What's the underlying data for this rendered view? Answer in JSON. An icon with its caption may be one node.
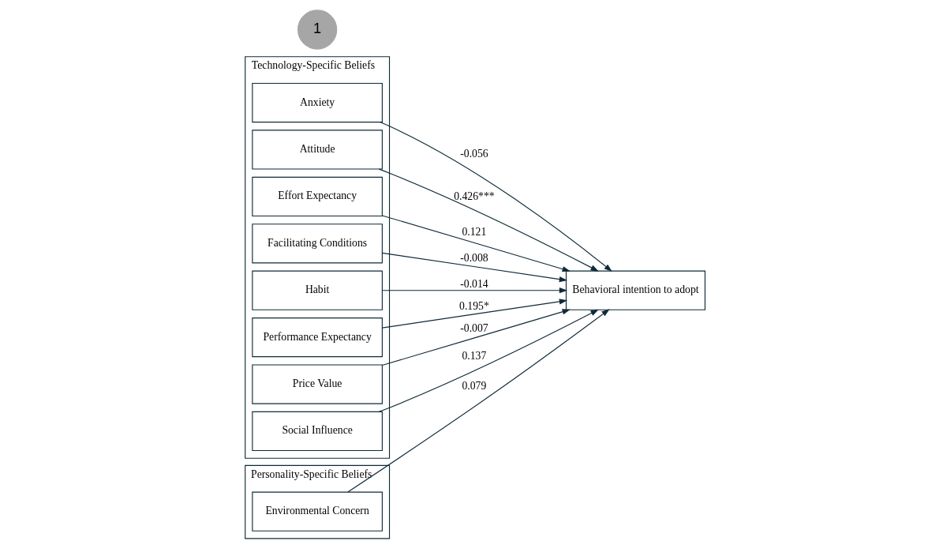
{
  "diagram": {
    "nodes": [
      {
        "text": [
          "Technology-Specific Beliefs"
        ]
      },
      {
        "text": [
          "Anxiety"
        ],
        "in": 0
      },
      {
        "text": [
          "Attitude"
        ],
        "in": 0
      },
      {
        "text": [
          "Effort Expectancy"
        ],
        "in": 0
      },
      {
        "text": [
          "Facilitating Conditions"
        ],
        "in": 0
      },
      {
        "text": [
          "Habit"
        ],
        "in": 0
      },
      {
        "text": [
          "Performance Expectancy"
        ],
        "in": 0
      },
      {
        "text": [
          "Price Value"
        ],
        "in": 0
      },
      {
        "text": [
          "Social Influence"
        ],
        "in": 0
      },
      {
        "text": [
          "Personality-Specific Beliefs"
        ]
      },
      {
        "text": [
          "Environmental Concern"
        ],
        "in": 9
      },
      {
        "text": [
          "Behavioral intention to adopt"
        ]
      },
      {
        "text": [
          "1"
        ]
      }
    ],
    "edges": [
      {
        "from": 1,
        "to": 11,
        "arrow": "to",
        "label": "-0.056"
      },
      {
        "from": 2,
        "to": 11,
        "arrow": "to",
        "label": "0.426***"
      },
      {
        "from": 3,
        "to": 11,
        "arrow": "to",
        "label": "0.121"
      },
      {
        "from": 4,
        "to": 11,
        "arrow": "to",
        "label": "-0.008"
      },
      {
        "from": 5,
        "to": 11,
        "arrow": "to",
        "label": "-0.014"
      },
      {
        "from": 6,
        "to": 11,
        "arrow": "to",
        "label": "0.195*"
      },
      {
        "from": 7,
        "to": 11,
        "arrow": "to",
        "label": "-0.007"
      },
      {
        "from": 8,
        "to": 11,
        "arrow": "to",
        "label": "0.137"
      },
      {
        "from": 10,
        "to": 11,
        "arrow": "to",
        "label": "0.079"
      }
    ]
  }
}
